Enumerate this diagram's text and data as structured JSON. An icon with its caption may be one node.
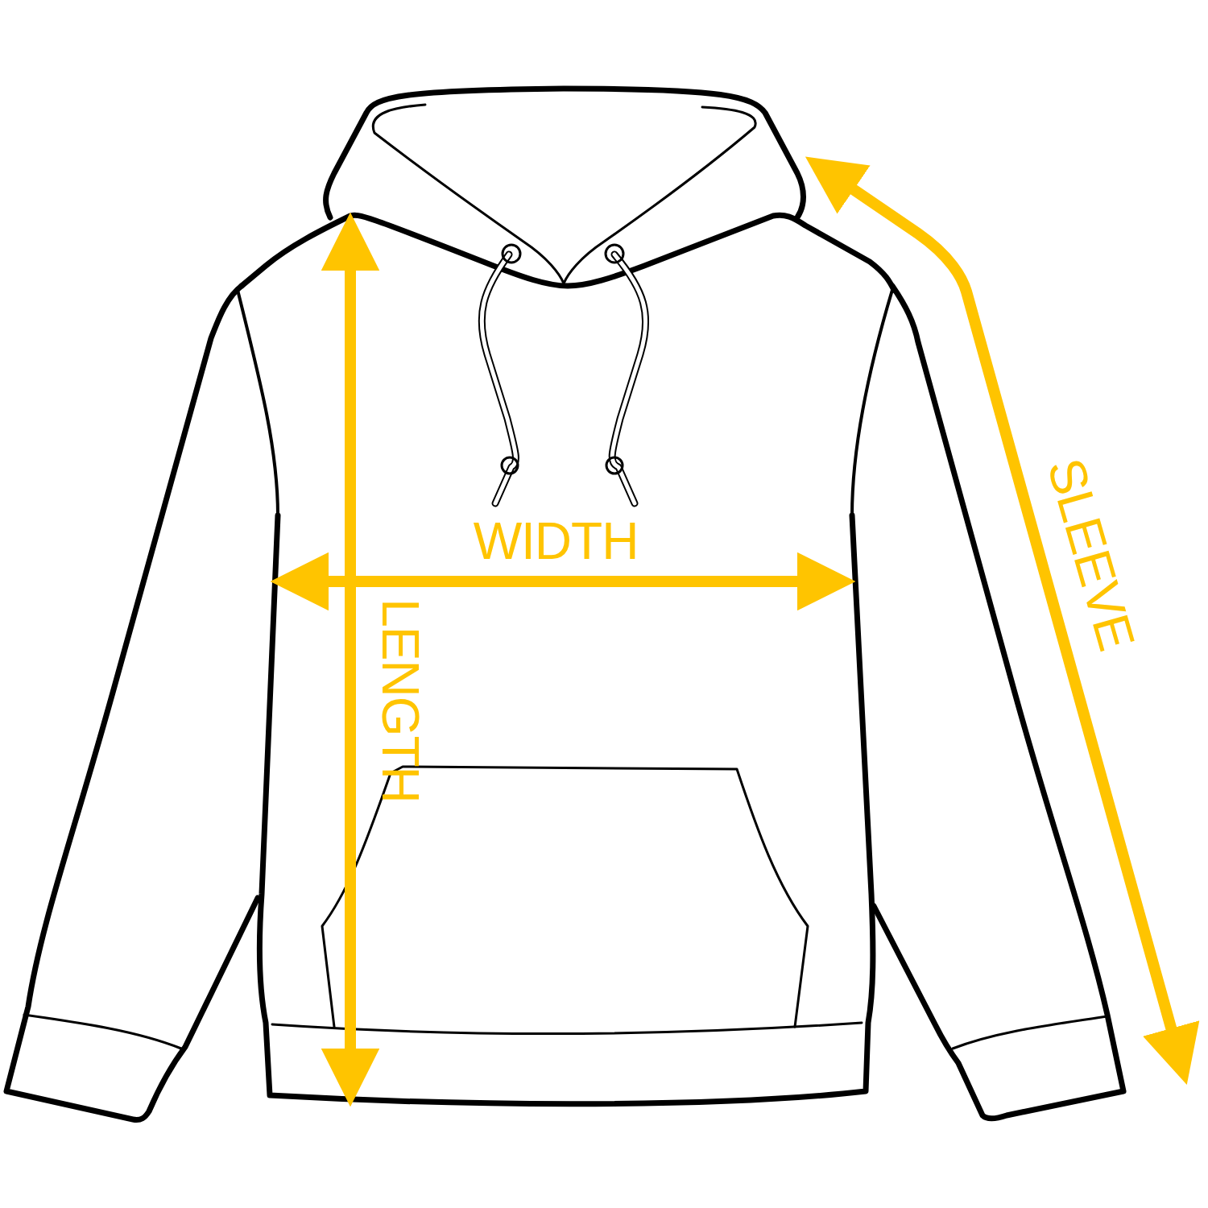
{
  "diagram": {
    "labels": [
      "WIDTH",
      "LENGTH",
      "SLEEVE"
    ]
  }
}
